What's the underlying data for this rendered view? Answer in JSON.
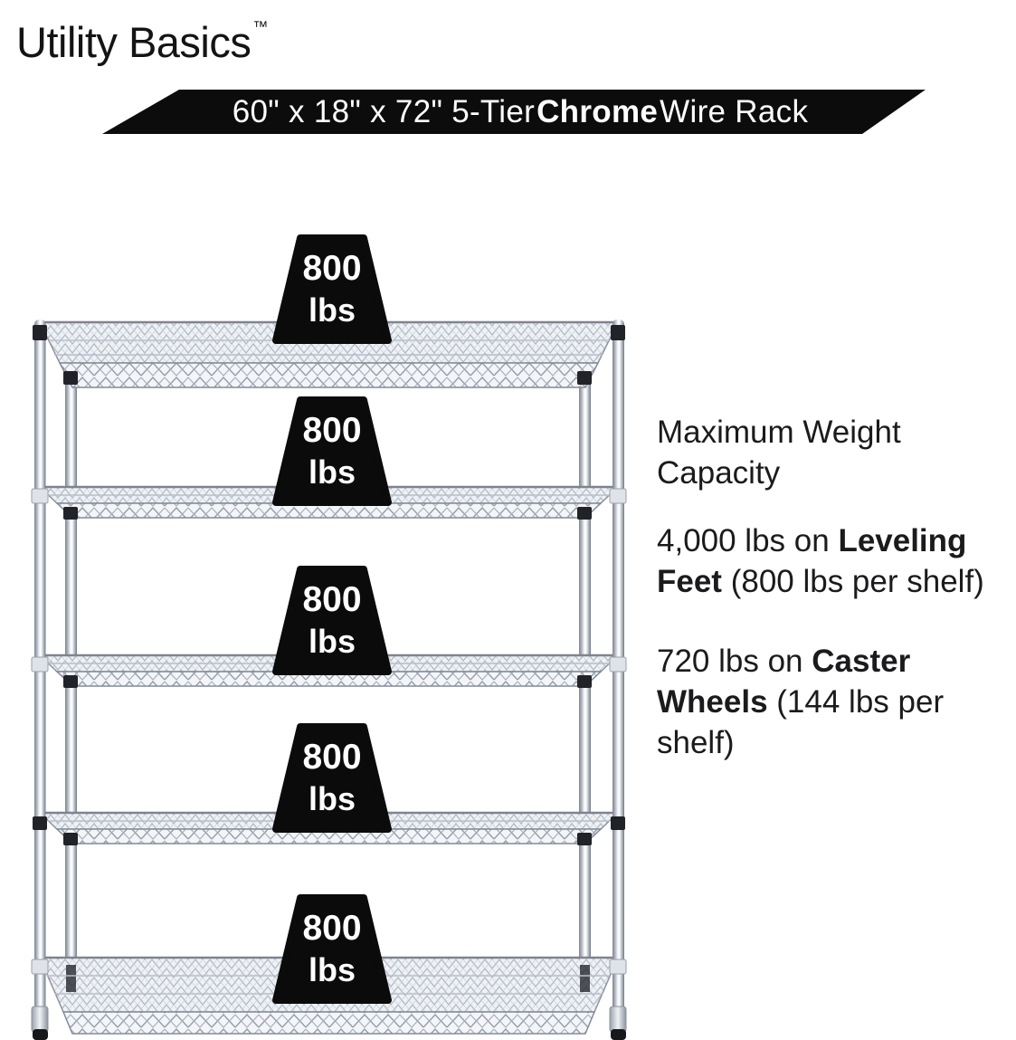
{
  "brand": {
    "name": "Utility Basics",
    "trademark": "™"
  },
  "banner": {
    "size_part": "60\" x 18\" x 72\" 5-Tier ",
    "highlight": "Chrome",
    "suffix": " Wire Rack",
    "background": "#0c0c0c",
    "text_color": "#ffffff"
  },
  "rack": {
    "shelves": 5,
    "chrome_light": "#eef1f5",
    "chrome_mid": "#b3bac4",
    "chrome_dark": "#8b919c",
    "collar_color": "#1d1f24"
  },
  "weights": {
    "badge_color": "#0b0b0b",
    "text_color": "#ffffff",
    "items": [
      {
        "value": "800",
        "unit": "lbs"
      },
      {
        "value": "800",
        "unit": "lbs"
      },
      {
        "value": "800",
        "unit": "lbs"
      },
      {
        "value": "800",
        "unit": "lbs"
      },
      {
        "value": "800",
        "unit": "lbs"
      }
    ]
  },
  "specs": {
    "heading": "Maximum Weight Capacity",
    "leveling": {
      "prefix": "4,000 lbs on ",
      "bold": "Leveling Feet",
      "suffix": " (800 lbs per shelf)"
    },
    "caster": {
      "prefix": "720 lbs on ",
      "bold": "Caster Wheels",
      "suffix": " (144 lbs per shelf)"
    },
    "text_color": "#1b1b1d"
  }
}
